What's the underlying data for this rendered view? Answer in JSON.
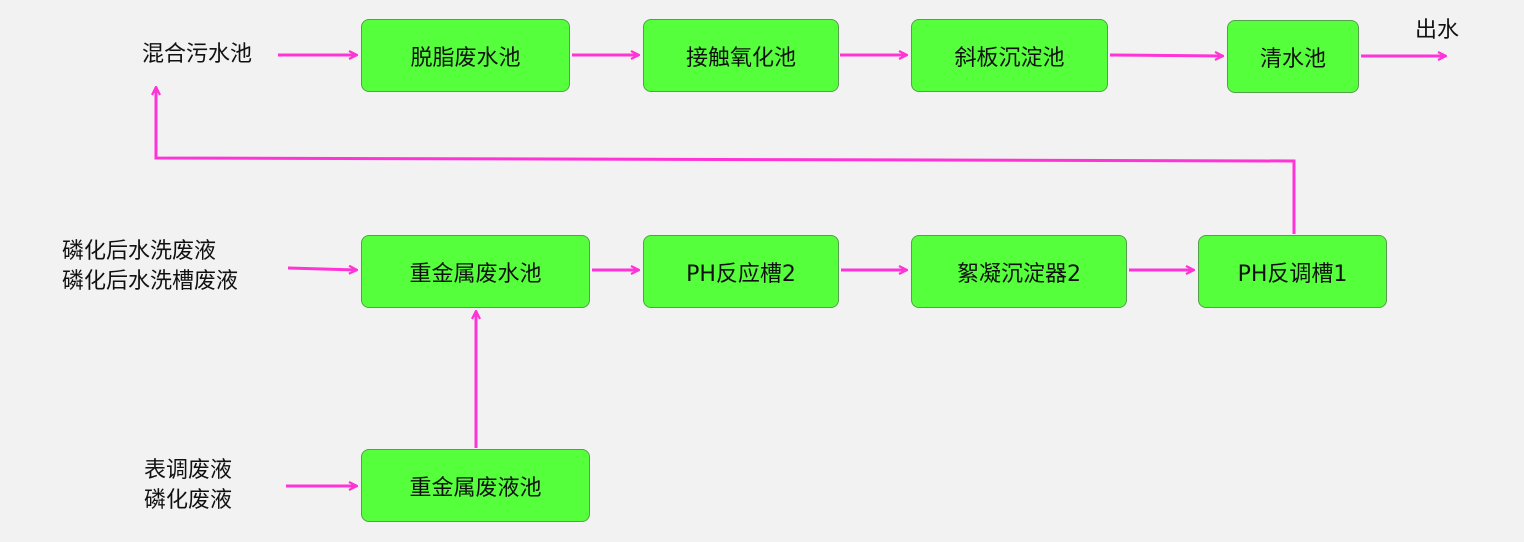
{
  "colors": {
    "box_fill": "#55ff3c",
    "arrow": "#ff33d6",
    "background": "#f2f2f2"
  },
  "nodes": {
    "degrease": "脱脂废水池",
    "contact_oxidation": "接触氧化池",
    "inclined_settler": "斜板沉淀池",
    "clear_water": "清水池",
    "heavy_metal_water": "重金属废水池",
    "ph_reaction_2": "PH反应槽2",
    "flocculation_settler_2": "絮凝沉淀器2",
    "ph_adjust_1": "PH反调槽1",
    "heavy_metal_liquid": "重金属废液池"
  },
  "labels": {
    "mixed_pool": "混合污水池",
    "outlet": "出水",
    "phosphate_rinse": [
      "磷化后水洗废液",
      "磷化后水洗槽废液"
    ],
    "surface_phosphate": [
      "表调废液",
      "磷化废液"
    ]
  }
}
